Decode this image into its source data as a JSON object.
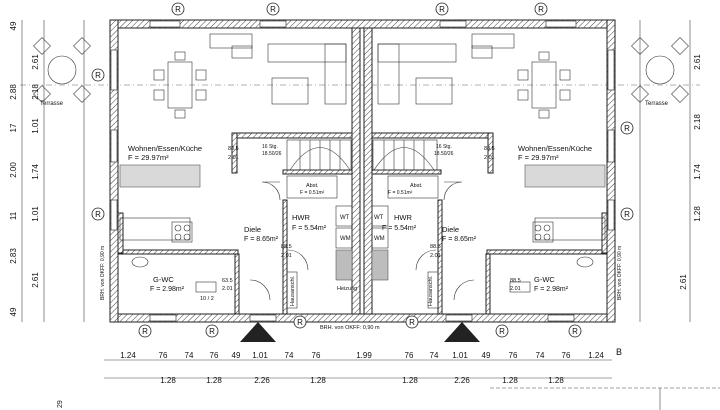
{
  "axis_marker": "R",
  "section_marker": "B",
  "rooms_left": {
    "living_name": "Wohnen/Essen/Küche",
    "living_area": "F = 29.97m²",
    "diele_name": "Diele",
    "diele_area": "F = 8.65m²",
    "hwr_name": "HWR",
    "hwr_area": "F = 5.54m²",
    "wc_name": "G-WC",
    "wc_area": "F = 2.98m²",
    "wt": "WT",
    "wm": "WM",
    "heizung": "Heizung",
    "hausanschl": "Hausanschl.",
    "abst": "Abst.",
    "abst_area": "F = 0.51m²",
    "stairs": "16 Stg.",
    "stairs_ratio": "18.50/26",
    "terrasse": "Terrasse",
    "door_885": "88.5",
    "door_201": "2.01",
    "door_635": "63.5",
    "wc_note": "10 / 2"
  },
  "rooms_right": {
    "living_name": "Wohnen/Essen/Küche",
    "living_area": "F = 29.97m²",
    "diele_name": "Diele",
    "diele_area": "F = 8.65m²",
    "hwr_name": "HWR",
    "hwr_area": "F = 5.54m²",
    "wc_name": "G-WC",
    "wc_area": "F = 2.98m²",
    "wt": "WT",
    "wm": "WM",
    "hausanschl": "Hausanschl.",
    "abst": "Abst.",
    "abst_area": "F = 0.51m²",
    "stairs": "16 Stg.",
    "stairs_ratio": "18.50/26",
    "terrasse": "Terrasse",
    "door_885": "88.5",
    "door_201": "2.01"
  },
  "parapet_note_bottom": "BRH. von OKFF: 0,90 m",
  "parapet_note_side_left": "BRH. von OKFF: 0,90 m",
  "parapet_note_side_right": "BRH. von OKFF: 0,90 m",
  "dims_bottom_row1": [
    "1.24",
    "76",
    "74",
    "76",
    "49",
    "1.01",
    "74",
    "76",
    "1.99",
    "76",
    "74",
    "1.01",
    "49",
    "76",
    "74",
    "76",
    "1.24"
  ],
  "dims_bottom_row2": [
    "1.28",
    "1.28",
    "2.26",
    "1.28",
    "1.28",
    "2.26",
    "1.28",
    "1.28"
  ],
  "dims_left_outer": [
    "49",
    "2.88",
    "17",
    "2.00",
    "11",
    "2.83",
    "49"
  ],
  "dims_left_inner": [
    "2.61",
    "2.18",
    "1.01",
    "1.74",
    "1.01",
    "2.61"
  ],
  "dims_right_inner": [
    "2.61",
    "2.18",
    "1.74",
    "1.28"
  ],
  "dims_right_outer": [
    "2.61"
  ],
  "dim_bottom_left_edge": "29"
}
